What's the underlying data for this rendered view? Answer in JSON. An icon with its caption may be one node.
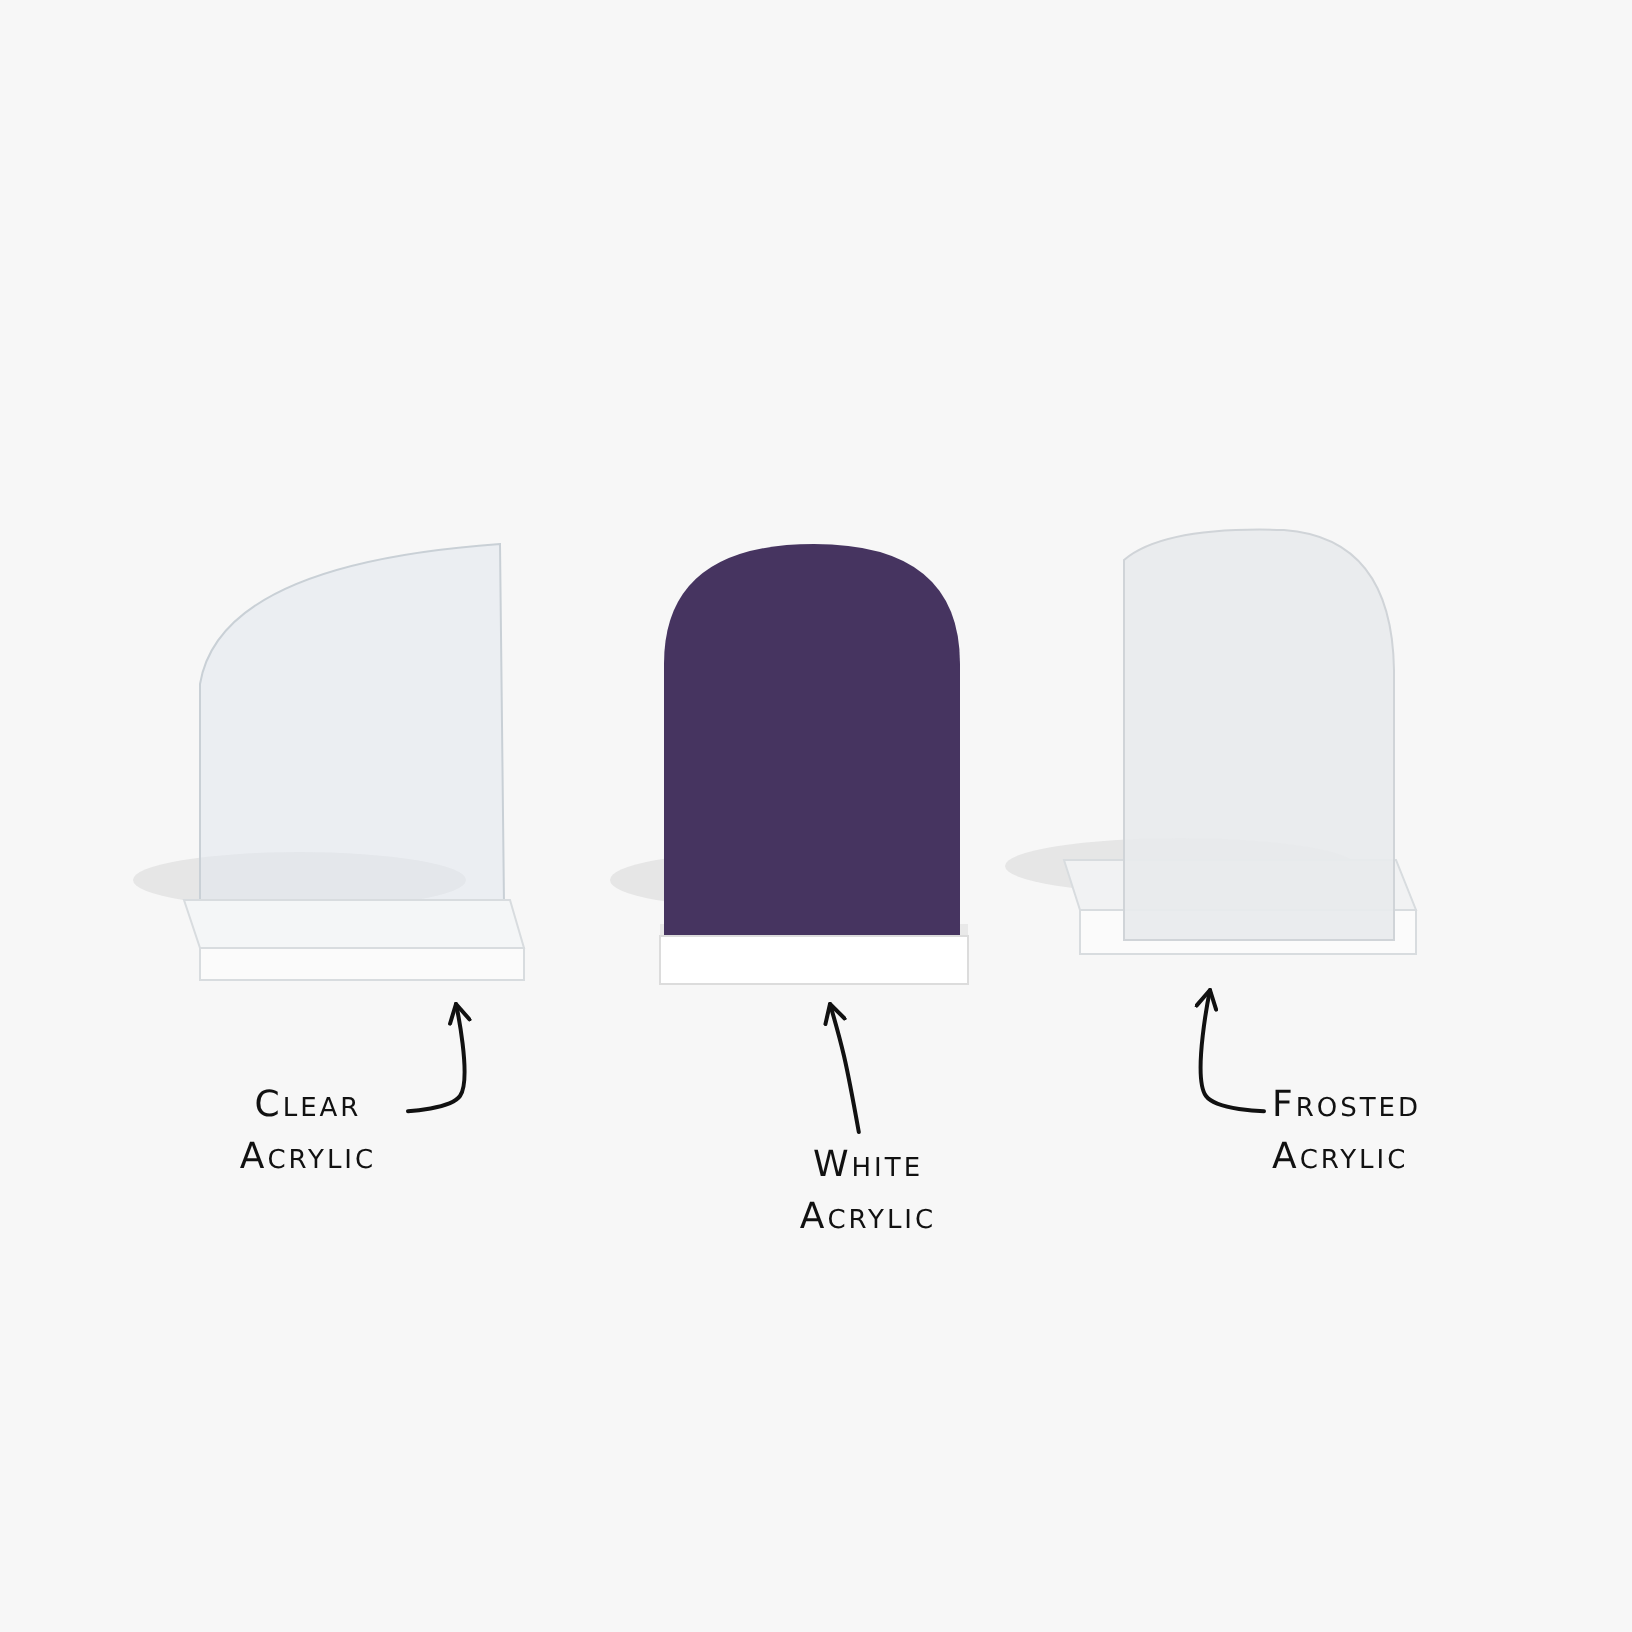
{
  "diagram": {
    "nodes": [
      {
        "text": [],
        "shape": "box"
      },
      {
        "text": [],
        "shape": "box"
      },
      {
        "text": [],
        "shape": "box"
      },
      {
        "text": [
          "Clear Acrylic"
        ]
      },
      {
        "text": [
          "White Acrylic"
        ]
      },
      {
        "text": [
          "Frosted Acrylic"
        ]
      }
    ],
    "edges": [
      {
        "from": 3,
        "to": 0,
        "arrow": "to"
      },
      {
        "from": 4,
        "to": 1,
        "arrow": "to"
      },
      {
        "from": 5,
        "to": 2,
        "arrow": "to"
      }
    ]
  }
}
